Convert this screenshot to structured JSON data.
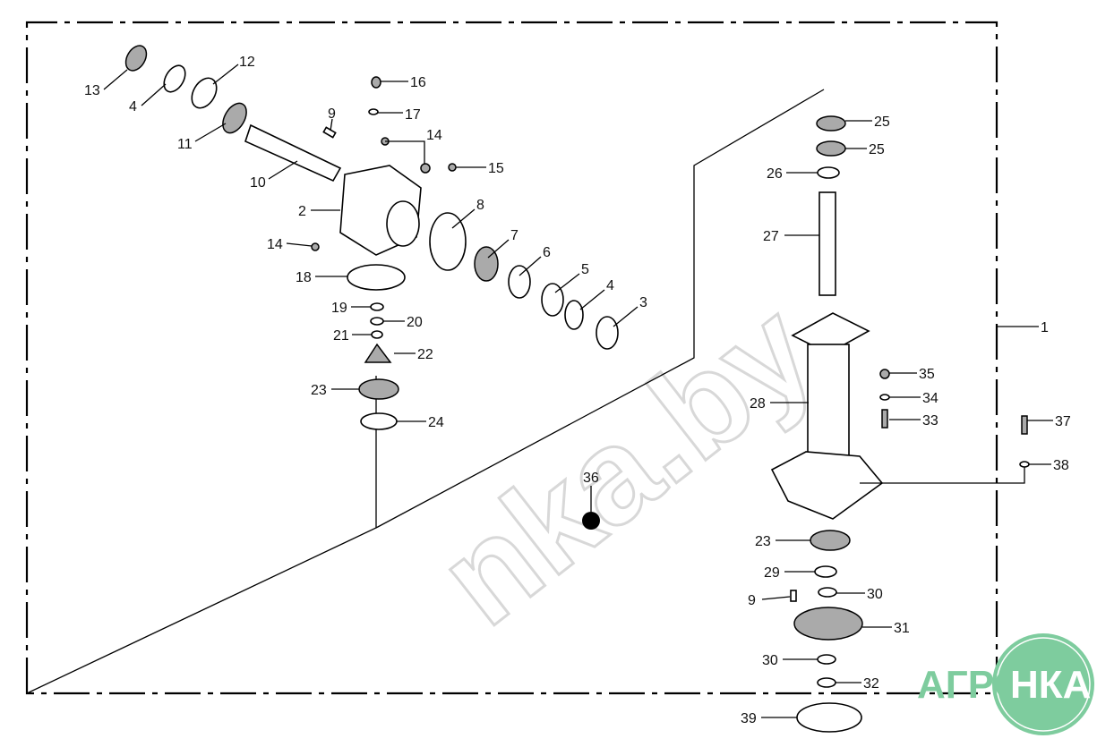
{
  "watermark": "nka.by",
  "logo": {
    "left": "АГРО",
    "right": "НКА",
    "color": "#7ecc9e"
  },
  "callouts": [
    "13",
    "4",
    "12",
    "11",
    "9",
    "10",
    "16",
    "17",
    "14",
    "15",
    "2",
    "8",
    "14",
    "7",
    "6",
    "5",
    "4",
    "3",
    "18",
    "19",
    "20",
    "21",
    "22",
    "23",
    "24",
    "25",
    "25",
    "26",
    "27",
    "36",
    "35",
    "34",
    "33",
    "28",
    "37",
    "38",
    "1",
    "23",
    "29",
    "9",
    "30",
    "31",
    "30",
    "32",
    "39"
  ]
}
